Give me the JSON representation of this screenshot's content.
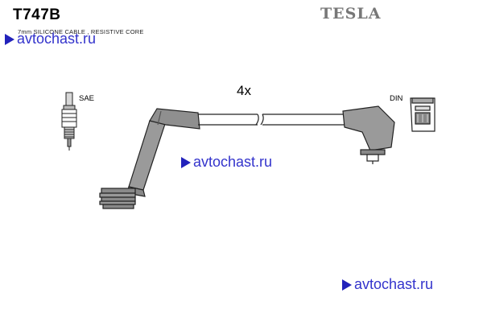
{
  "header": {
    "part_number": "T747B",
    "brand": "TESLA",
    "cable_description": "7mm SILICONE CABLE , RESISTIVE CORE"
  },
  "diagram": {
    "quantity_label": "4x",
    "left_connector_label": "SAE",
    "right_connector_label": "DIN"
  },
  "watermarks": {
    "text": "avtochast.ru"
  },
  "colors": {
    "boot_fill": "#9a9a9a",
    "outline": "#222222",
    "watermark_blue": "#3333cc",
    "brand_gray": "#777777"
  }
}
